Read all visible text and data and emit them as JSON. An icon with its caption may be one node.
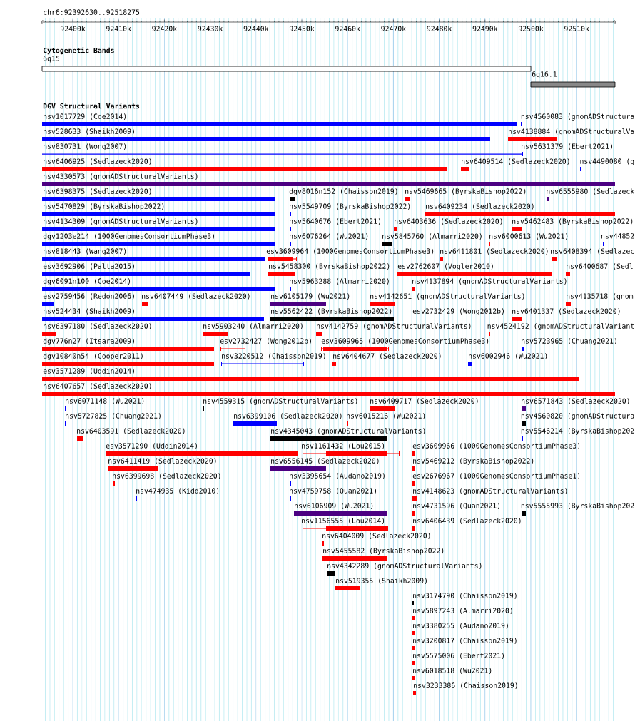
{
  "diagram": {
    "nodes": [
      {
        "text": [
          "6q15"
        ]
      },
      {
        "text": [
          "6q16.1"
        ]
      },
      {
        "text": [
          "nsv1017729 (Coe2014)"
        ]
      },
      {
        "text": [
          "nsv4560083 (gnomADStructura"
        ]
      },
      {
        "text": [
          "nsv528633 (Shaikh2009)"
        ]
      },
      {
        "text": [
          "nsv4138884 (gnomADStructuralVa"
        ]
      },
      {
        "text": [
          "nsv830731 (Wong2007)"
        ]
      },
      {
        "text": [
          "nsv5631379 (Ebert2021)"
        ]
      },
      {
        "text": [
          "nsv6406925 (Sedlazeck2020)"
        ]
      },
      {
        "text": [
          "nsv6409514 (Sedlazeck2020)"
        ]
      },
      {
        "text": [
          "nsv4490080 (g"
        ]
      },
      {
        "text": [
          "nsv4330573 (gnomADStructuralVariants)"
        ]
      },
      {
        "text": [
          "nsv6398375 (Sedlazeck2020)"
        ]
      },
      {
        "text": [
          "dgv8016n152 (Chaisson2019)"
        ]
      },
      {
        "text": [
          "nsv5469665 (ByrskaBishop2022)"
        ]
      },
      {
        "text": [
          "nsv6555980 (Sedlazeck"
        ]
      },
      {
        "text": [
          "nsv5470829 (ByrskaBishop2022)"
        ]
      },
      {
        "text": [
          "nsv5549709 (ByrskaBishop2022)"
        ]
      },
      {
        "text": [
          "nsv6409234 (Sedlazeck2020)"
        ]
      },
      {
        "text": [
          "nsv4134309 (gnomADStructuralVariants)"
        ]
      },
      {
        "text": [
          "nsv5640676 (Ebert2021)"
        ]
      },
      {
        "text": [
          "nsv6403636 (Sedlazeck2020)"
        ]
      },
      {
        "text": [
          "nsv5462483 (ByrskaBishop2022)"
        ]
      },
      {
        "text": [
          "dgv1203e214 (1000GenomesConsortiumPhase3)"
        ]
      },
      {
        "text": [
          "nsv6076264 (Wu2021)"
        ]
      },
      {
        "text": [
          "nsv5845760 (Almarri2020)"
        ]
      },
      {
        "text": [
          "nsv6000613 (Wu2021)"
        ]
      },
      {
        "text": [
          "nsv44852"
        ]
      },
      {
        "text": [
          "nsv818443 (Wang2007)"
        ]
      },
      {
        "text": [
          "esv3609964 (1000GenomesConsortiumPhase3)"
        ]
      },
      {
        "text": [
          "nsv6411801 (Sedlazeck2020)"
        ]
      },
      {
        "text": [
          "nsv6408394 (Sedlazec"
        ]
      },
      {
        "text": [
          "esv3692906 (Palta2015)"
        ]
      },
      {
        "text": [
          "nsv5458300 (ByrskaBishop2022)"
        ]
      },
      {
        "text": [
          "esv2762607 (Vogler2010)"
        ]
      },
      {
        "text": [
          "nsv6400687 (Sedl"
        ]
      },
      {
        "text": [
          "dgv6091n100 (Coe2014)"
        ]
      },
      {
        "text": [
          "nsv5963288 (Almarri2020)"
        ]
      },
      {
        "text": [
          "nsv4137894 (gnomADStructuralVariants)"
        ]
      },
      {
        "text": [
          "esv2759456 (Redon2006)"
        ]
      },
      {
        "text": [
          "nsv6407449 (Sedlazeck2020)"
        ]
      },
      {
        "text": [
          "nsv6105179 (Wu2021)"
        ]
      },
      {
        "text": [
          "nsv4142651 (gnomADStructuralVariants)"
        ]
      },
      {
        "text": [
          "nsv4135718 (gnom"
        ]
      },
      {
        "text": [
          "nsv524434 (Shaikh2009)"
        ]
      },
      {
        "text": [
          "nsv5562422 (ByrskaBishop2022)"
        ]
      },
      {
        "text": [
          "esv2732429 (Wong2012b)"
        ]
      },
      {
        "text": [
          "nsv6401337 (Sedlazeck2020)"
        ]
      },
      {
        "text": [
          "nsv6397180 (Sedlazeck2020)"
        ]
      },
      {
        "text": [
          "nsv5903240 (Almarri2020)"
        ]
      },
      {
        "text": [
          "nsv4142759 (gnomADStructuralVariants)"
        ]
      },
      {
        "text": [
          "nsv4524192 (gnomADStructuralVariant"
        ]
      },
      {
        "text": [
          "dgv776n27 (Itsara2009)"
        ]
      },
      {
        "text": [
          "esv2732427 (Wong2012b)"
        ]
      },
      {
        "text": [
          "esv3609965 (1000GenomesConsortiumPhase3)"
        ]
      },
      {
        "text": [
          "nsv5723965 (Chuang2021)"
        ]
      },
      {
        "text": [
          "dgv10840n54 (Cooper2011)"
        ]
      },
      {
        "text": [
          "nsv3220512 (Chaisson2019)"
        ]
      },
      {
        "text": [
          "nsv6404677 (Sedlazeck2020)"
        ]
      },
      {
        "text": [
          "nsv6002946 (Wu2021)"
        ]
      },
      {
        "text": [
          "esv3571289 (Uddin2014)"
        ]
      },
      {
        "text": [
          "nsv6407657 (Sedlazeck2020)"
        ]
      },
      {
        "text": [
          "nsv6071148 (Wu2021)"
        ]
      },
      {
        "text": [
          "nsv4559315 (gnomADStructuralVariants)"
        ]
      },
      {
        "text": [
          "nsv6409717 (Sedlazeck2020)"
        ]
      },
      {
        "text": [
          "nsv6571843 (Sedlazeck2020)"
        ]
      },
      {
        "text": [
          "nsv5727825 (Chuang2021)"
        ]
      },
      {
        "text": [
          "nsv6399106 (Sedlazeck2020)"
        ]
      },
      {
        "text": [
          "nsv6015216 (Wu2021)"
        ]
      },
      {
        "text": [
          "nsv4560820 (gnomADStructura"
        ]
      },
      {
        "text": [
          "nsv6403591 (Sedlazeck2020)"
        ]
      },
      {
        "text": [
          "nsv4345043 (gnomADStructuralVariants)"
        ]
      },
      {
        "text": [
          "nsv5546214 (ByrskaBishop202"
        ]
      },
      {
        "text": [
          "esv3571290 (Uddin2014)"
        ]
      },
      {
        "text": [
          "nsv1161432 (Lou2015)"
        ]
      },
      {
        "text": [
          "esv3609966 (1000GenomesConsortiumPhase3)"
        ]
      },
      {
        "text": [
          "nsv6411419 (Sedlazeck2020)"
        ]
      },
      {
        "text": [
          "nsv6556145 (Sedlazeck2020)"
        ]
      },
      {
        "text": [
          "nsv5469212 (ByrskaBishop2022)"
        ]
      },
      {
        "text": [
          "nsv6399698 (Sedlazeck2020)"
        ]
      },
      {
        "text": [
          "nsv3395654 (Audano2019)"
        ]
      },
      {
        "text": [
          "esv2676967 (1000GenomesConsortiumPhase1)"
        ]
      },
      {
        "text": [
          "nsv474935 (Kidd2010)"
        ]
      },
      {
        "text": [
          "nsv4759758 (Quan2021)"
        ]
      },
      {
        "text": [
          "nsv4148623 (gnomADStructuralVariants)"
        ]
      },
      {
        "text": [
          "nsv6106909 (Wu2021)"
        ]
      },
      {
        "text": [
          "nsv4731596 (Quan2021)"
        ]
      },
      {
        "text": [
          "nsv5555993 (ByrskaBishop202"
        ]
      },
      {
        "text": [
          "nsv1156555 (Lou2014)"
        ]
      },
      {
        "text": [
          "nsv6406439 (Sedlazeck2020)"
        ]
      },
      {
        "text": [
          "nsv6404009 (Sedlazeck2020)"
        ]
      },
      {
        "text": [
          "nsv5455582 (ByrskaBishop2022)"
        ]
      },
      {
        "text": [
          "nsv4342289 (gnomADStructuralVariants)"
        ]
      },
      {
        "text": [
          "nsv519355 (Shaikh2009)"
        ]
      },
      {
        "text": [
          "nsv3174790 (Chaisson2019)"
        ]
      },
      {
        "text": [
          "nsv5897243 (Almarri2020)"
        ]
      },
      {
        "text": [
          "nsv3380255 (Audano2019)"
        ]
      },
      {
        "text": [
          "nsv3200817 (Chaisson2019)"
        ]
      },
      {
        "text": [
          "nsv5575006 (Ebert2021)"
        ]
      },
      {
        "text": [
          "nsv6018518 (Wu2021)"
        ]
      },
      {
        "text": [
          "nsv3233386 (Chaisson2019)"
        ]
      }
    ],
    "labels": [
      "chr6:92392630..92518275",
      "92400k",
      "92410k",
      "92420k",
      "92430k",
      "92440k",
      "92450k",
      "92460k",
      "92470k",
      "92480k",
      "92490k",
      "92500k",
      "92510k",
      "Cytogenetic Bands",
      "DGV Structural Variants"
    ]
  }
}
